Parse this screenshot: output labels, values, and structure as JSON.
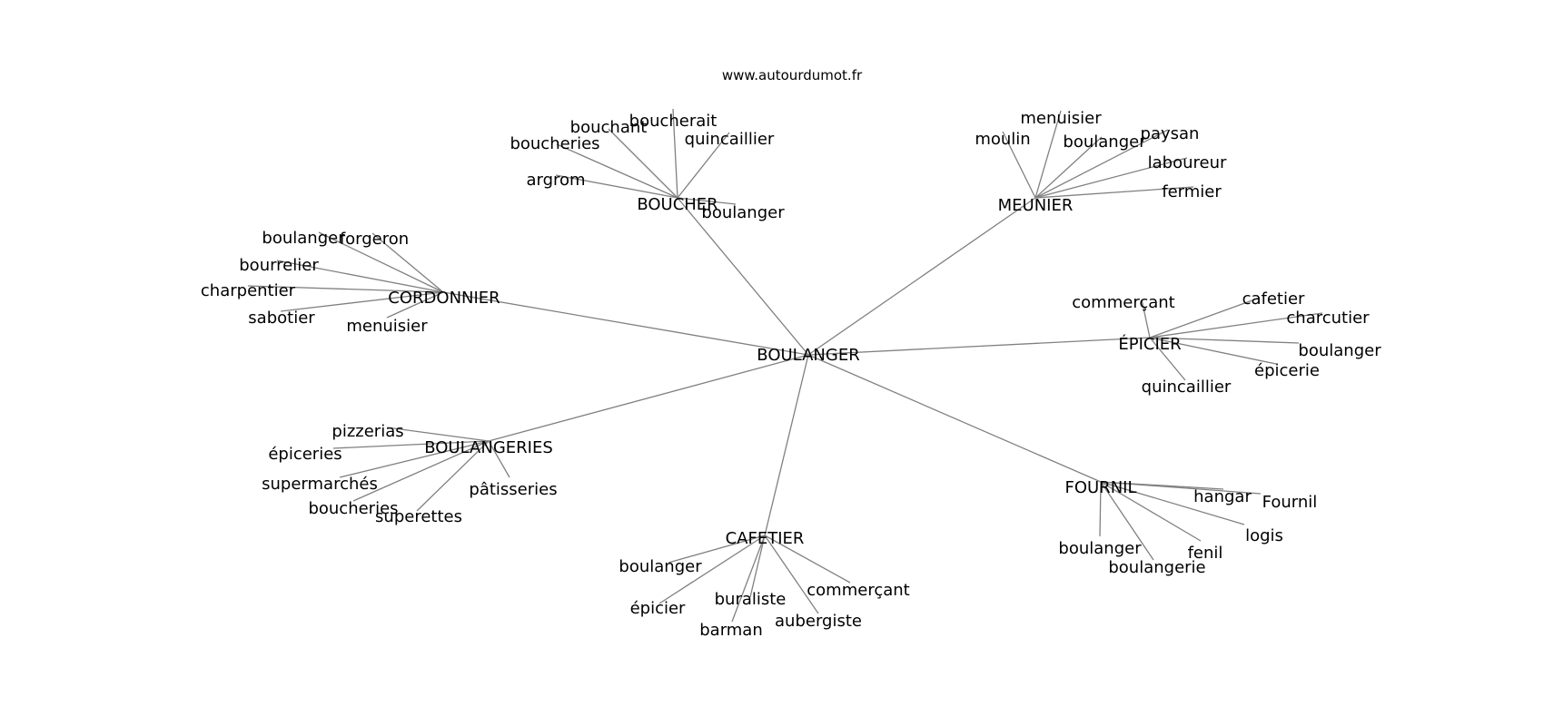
{
  "source": "www.autourdumot.fr",
  "colors": {
    "edge": "#808080",
    "text": "#000000",
    "background": "#ffffff"
  },
  "root": "BOULANGER",
  "clusters": [
    {
      "hub": "BOUCHER",
      "leaves": [
        "boucherait",
        "bouchant",
        "quincaillier",
        "boucheries",
        "argrom",
        "boulanger"
      ]
    },
    {
      "hub": "MEUNIER",
      "leaves": [
        "menuisier",
        "paysan",
        "moulin",
        "boulanger",
        "laboureur",
        "fermier"
      ]
    },
    {
      "hub": "CORDONNIER",
      "leaves": [
        "boulanger",
        "forgeron",
        "bourrelier",
        "charpentier",
        "sabotier",
        "menuisier"
      ]
    },
    {
      "hub": "ÉPICIER",
      "leaves": [
        "commerçant",
        "cafetier",
        "charcutier",
        "boulanger",
        "épicerie",
        "quincaillier"
      ]
    },
    {
      "hub": "BOULANGERIES",
      "leaves": [
        "pizzerias",
        "épiceries",
        "supermarchés",
        "pâtisseries",
        "boucheries",
        "superettes"
      ]
    },
    {
      "hub": "FOURNIL",
      "leaves": [
        "hangar",
        "Fournil",
        "logis",
        "boulanger",
        "fenil",
        "boulangerie"
      ]
    },
    {
      "hub": "CAFETIER",
      "leaves": [
        "boulanger",
        "commerçant",
        "épicier",
        "buraliste",
        "aubergiste",
        "barman"
      ]
    }
  ]
}
